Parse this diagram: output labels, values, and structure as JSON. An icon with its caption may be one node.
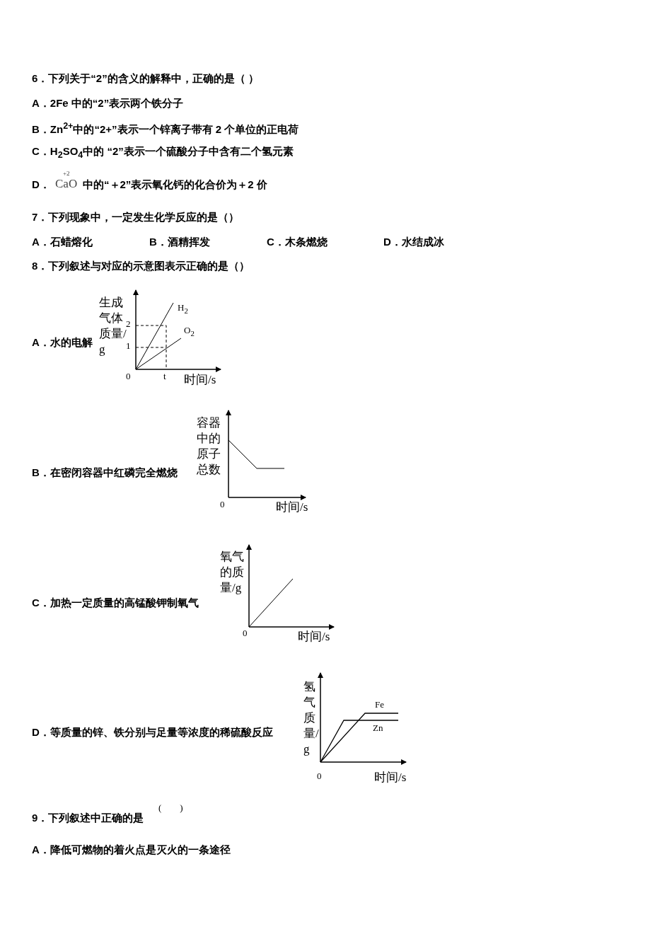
{
  "diagram": {
    "labels": [
      "6．下列关于“2”的含义的解释中，正确的是（ ）",
      "A．2Fe 中的“2”表示两个铁分子",
      "B．Zn$^{2+}$中的“2+”表示一个锌离子带有 2 个单位的正电荷",
      "C．H$_{2}$SO$_{4}$中的 “2”表示一个硫酸分子中含有二个氢元素",
      "D．",
      "+2",
      "CaO",
      "中的“＋2”表示氧化钙的化合价为＋2 价",
      "7．下列现象中，一定发生化学反应的是（）",
      "A．石蜡熔化",
      "B．酒精挥发",
      "C．木条燃烧",
      "D．水结成冰",
      "8．下列叙述与对应的示意图表示正确的是（）",
      "A．水的电解",
      "生成气体质量/g",
      "2",
      "1",
      "0",
      "t",
      "时间/s",
      "H$_{2}$",
      "O$_{2}$",
      "B．在密闭容器中红磷完全燃烧",
      "容器中的原子总数",
      "0",
      "时间/s",
      "C．加热一定质量的高锰酸钾制氧气",
      "氧气的质量/g",
      "0",
      "时间/s",
      "D．等质量的锌、铁分别与足量等浓度的稀硫酸反应",
      "氢气质量/g",
      "0",
      "时间/s",
      "Fe",
      "Zn",
      "9．下列叙述中正确的是",
      "(　　)",
      "A．降低可燃物的着火点是灭火的一条途径"
    ]
  }
}
